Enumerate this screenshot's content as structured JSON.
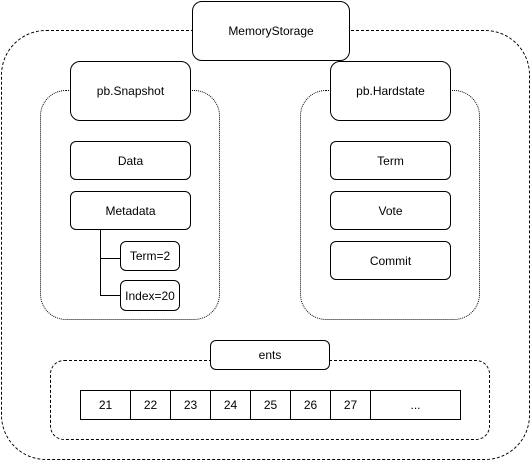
{
  "storage": {
    "title": "MemoryStorage"
  },
  "snapshot": {
    "title": "pb.Snapshot",
    "data_label": "Data",
    "metadata_label": "Metadata",
    "term_label": "Term=2",
    "index_label": "Index=20"
  },
  "hardstate": {
    "title": "pb.Hardstate",
    "fields": [
      "Term",
      "Vote",
      "Commit"
    ]
  },
  "ents": {
    "title": "ents",
    "cells": [
      "21",
      "22",
      "23",
      "24",
      "25",
      "26",
      "27",
      "..."
    ]
  }
}
